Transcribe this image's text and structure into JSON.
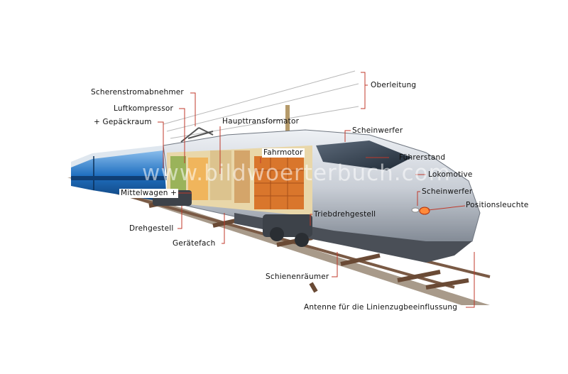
{
  "labels": {
    "oberleitung": "Oberleitung",
    "scherenstromabnehmer": "Scherenstromabnehmer",
    "luftkompressor": "Luftkompressor",
    "gepaeckraum": "+ Gepäckraum",
    "haupttransformator": "Haupttransformator",
    "scheinwerfer_top": "Scheinwerfer",
    "fahrmotor": "Fahrmotor",
    "fuehrerstand": "Führerstand",
    "lokomotive": "Lokomotive",
    "scheinwerfer_front": "Scheinwerfer",
    "positionsleuchte": "Positionsleuchte",
    "mittelwagen": "Mittelwagen +",
    "triebdrehgestell": "Triebdrehgestell",
    "drehgestell": "Drehgestell",
    "geraetefach": "Gerätefach",
    "schienenraeumer": "Schienenräumer",
    "antenne": "Antenne für die Linienzugbeeinflussung"
  },
  "watermark": "www.bildwoerterbuch.com",
  "colors": {
    "leader": "#c0392b",
    "body_silver": "#c9ced6",
    "car_blue": "#1f6fc0",
    "interior_orange": "#d9762c",
    "rail": "#7a5a45"
  }
}
